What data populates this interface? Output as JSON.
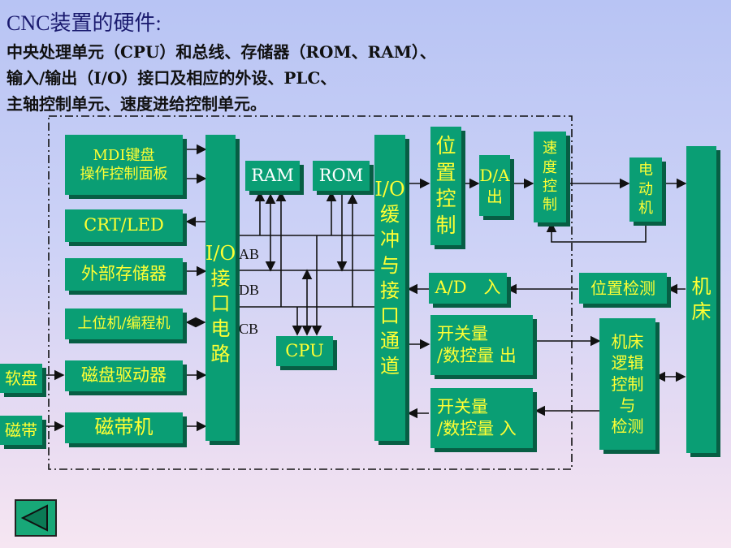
{
  "title": "CNC装置的硬件:",
  "subtitle_lines": [
    "中央处理单元（CPU）和总线、存储器（ROM、RAM）、",
    "输入/输出（I/O）接口及相应的外设、PLC、",
    "主轴控制单元、速度进给控制单元。"
  ],
  "blocks": {
    "mdi": "MDI键盘\n操作控制面板",
    "crt": "CRT/LED",
    "ext_storage": "外部存储器",
    "host": "上位机/编程机",
    "disk_drive": "磁盘驱动器",
    "tape_machine": "磁带机",
    "floppy": "软盘",
    "tape": "磁带",
    "io_circuit": "I/O\n接\n口\n电\n路",
    "ram": "RAM",
    "rom": "ROM",
    "cpu": "CPU",
    "io_buffer": "I/O\n缓\n冲\n与\n接\n口\n通\n道",
    "pos_ctrl": "位\n置\n控\n制",
    "da": "D/A\n出",
    "speed_ctrl": "速\n度\n控\n制",
    "motor": "电\n动\n机",
    "machine_tool": "机\n床",
    "ad": "A/D　入",
    "pos_detect": "位置检测",
    "switch_out": "开关量\n/数控量 出",
    "switch_in": "开关量\n/数控量 入",
    "logic_ctrl": "机床\n逻辑\n控制\n与\n检测"
  },
  "bus_labels": {
    "ab": "AB",
    "db": "DB",
    "cb": "CB"
  },
  "nav": {
    "back_icon": "triangle-left-icon"
  },
  "colors": {
    "block_fill": "#0a9e74",
    "block_shadow": "#075e44",
    "block_text": "#ffff33"
  }
}
